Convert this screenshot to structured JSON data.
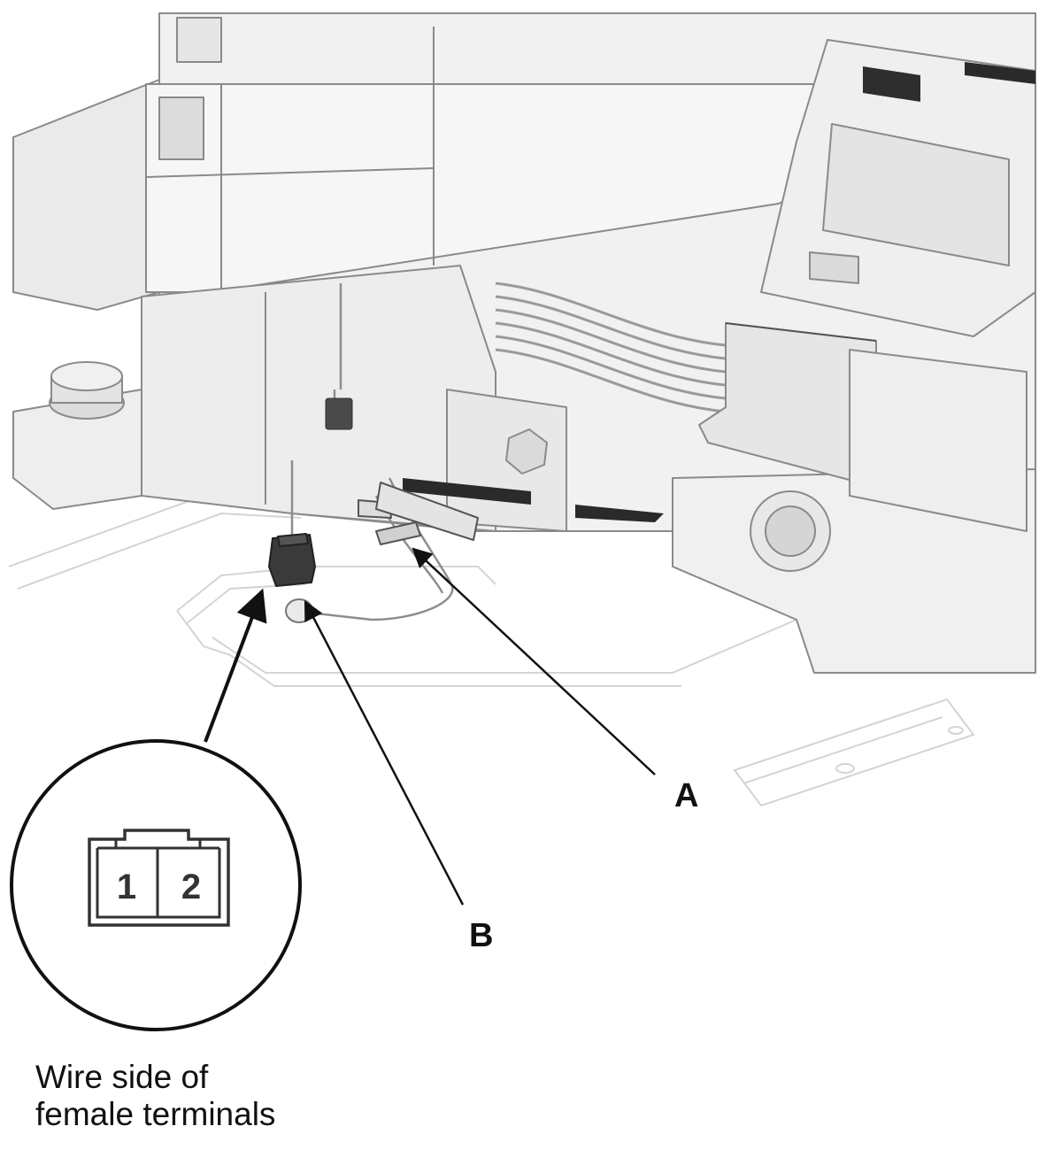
{
  "callouts": {
    "a": "A",
    "b": "B"
  },
  "connector_view": {
    "terminal_1": "1",
    "terminal_2": "2",
    "caption_line1": "Wire side of",
    "caption_line2": "female terminals"
  },
  "colors": {
    "line": "#111111",
    "part_fill": "#ececec",
    "part_stroke": "#8a8a8a",
    "connector_dark": "#3a3a3a"
  }
}
